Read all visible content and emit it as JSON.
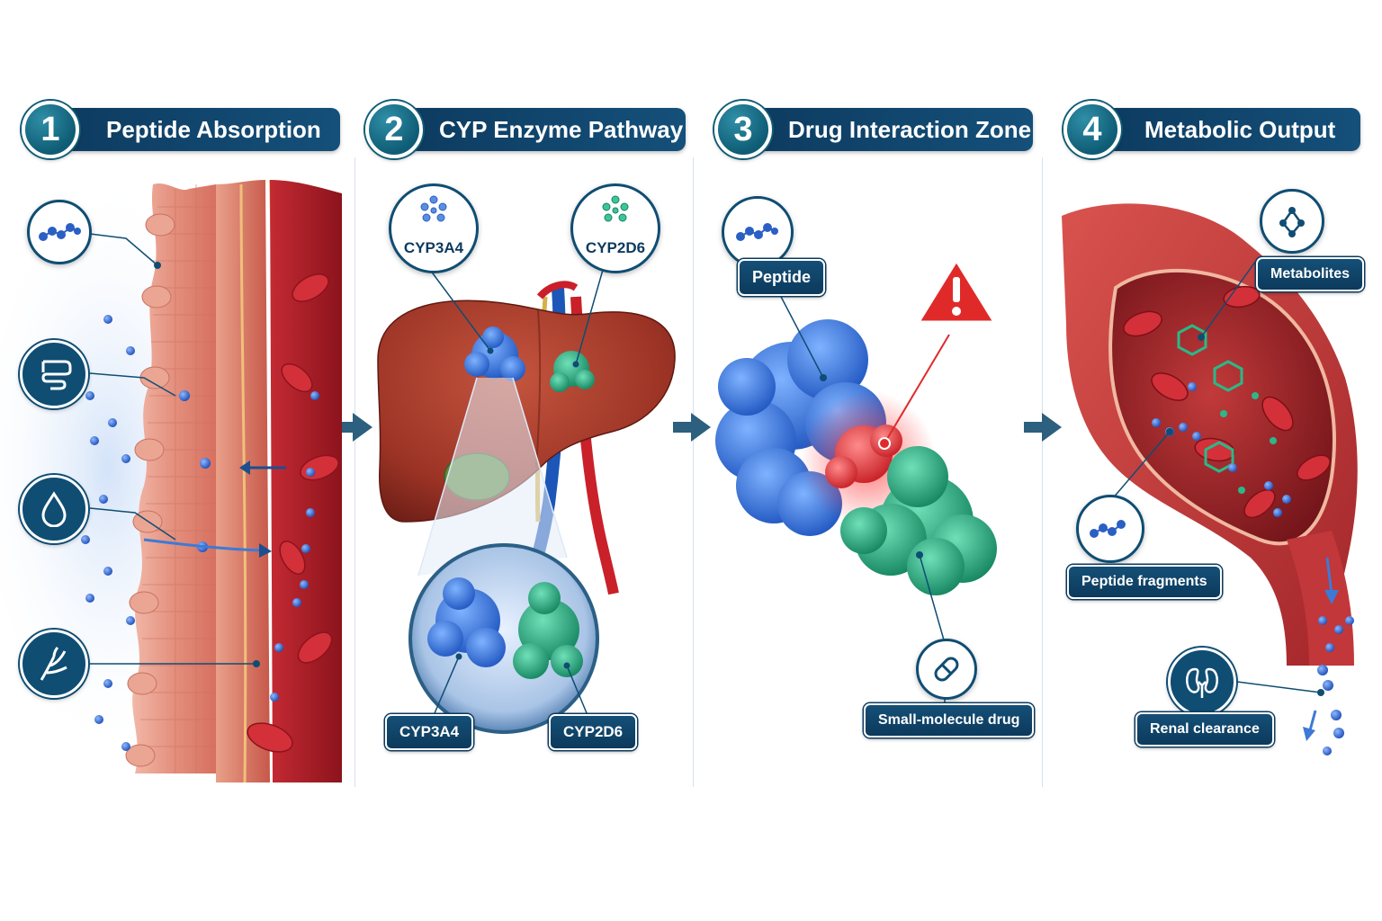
{
  "steps": [
    {
      "number": "1",
      "title": "Peptide Absorption"
    },
    {
      "number": "2",
      "title": "CYP Enzyme Pathway"
    },
    {
      "number": "3",
      "title": "Drug Interaction Zone"
    },
    {
      "number": "4",
      "title": "Metabolic Output"
    }
  ],
  "panel1": {
    "icons": [
      "peptide-chain-icon",
      "intestine-icon",
      "droplet-icon",
      "vessel-branch-icon"
    ]
  },
  "panel2": {
    "top_labels": [
      "CYP3A4",
      "CYP2D6"
    ],
    "bottom_labels": [
      "CYP3A4",
      "CYP2D6"
    ]
  },
  "panel3": {
    "peptide_label": "Peptide",
    "drug_label": "Small-molecule drug",
    "warning_icon": "warning-triangle-icon"
  },
  "panel4": {
    "metabolites_label": "Metabolites",
    "fragments_label": "Peptide fragments",
    "renal_label": "Renal clearance"
  },
  "colors": {
    "navy": "#0d3a5f",
    "teal": "#0f5c75",
    "peptide_blue": "#3a73d6",
    "enzyme_green": "#25a07a",
    "warning_red": "#e02a2a",
    "tissue_pink": "#e89a8a",
    "blood_red": "#b3202a"
  }
}
